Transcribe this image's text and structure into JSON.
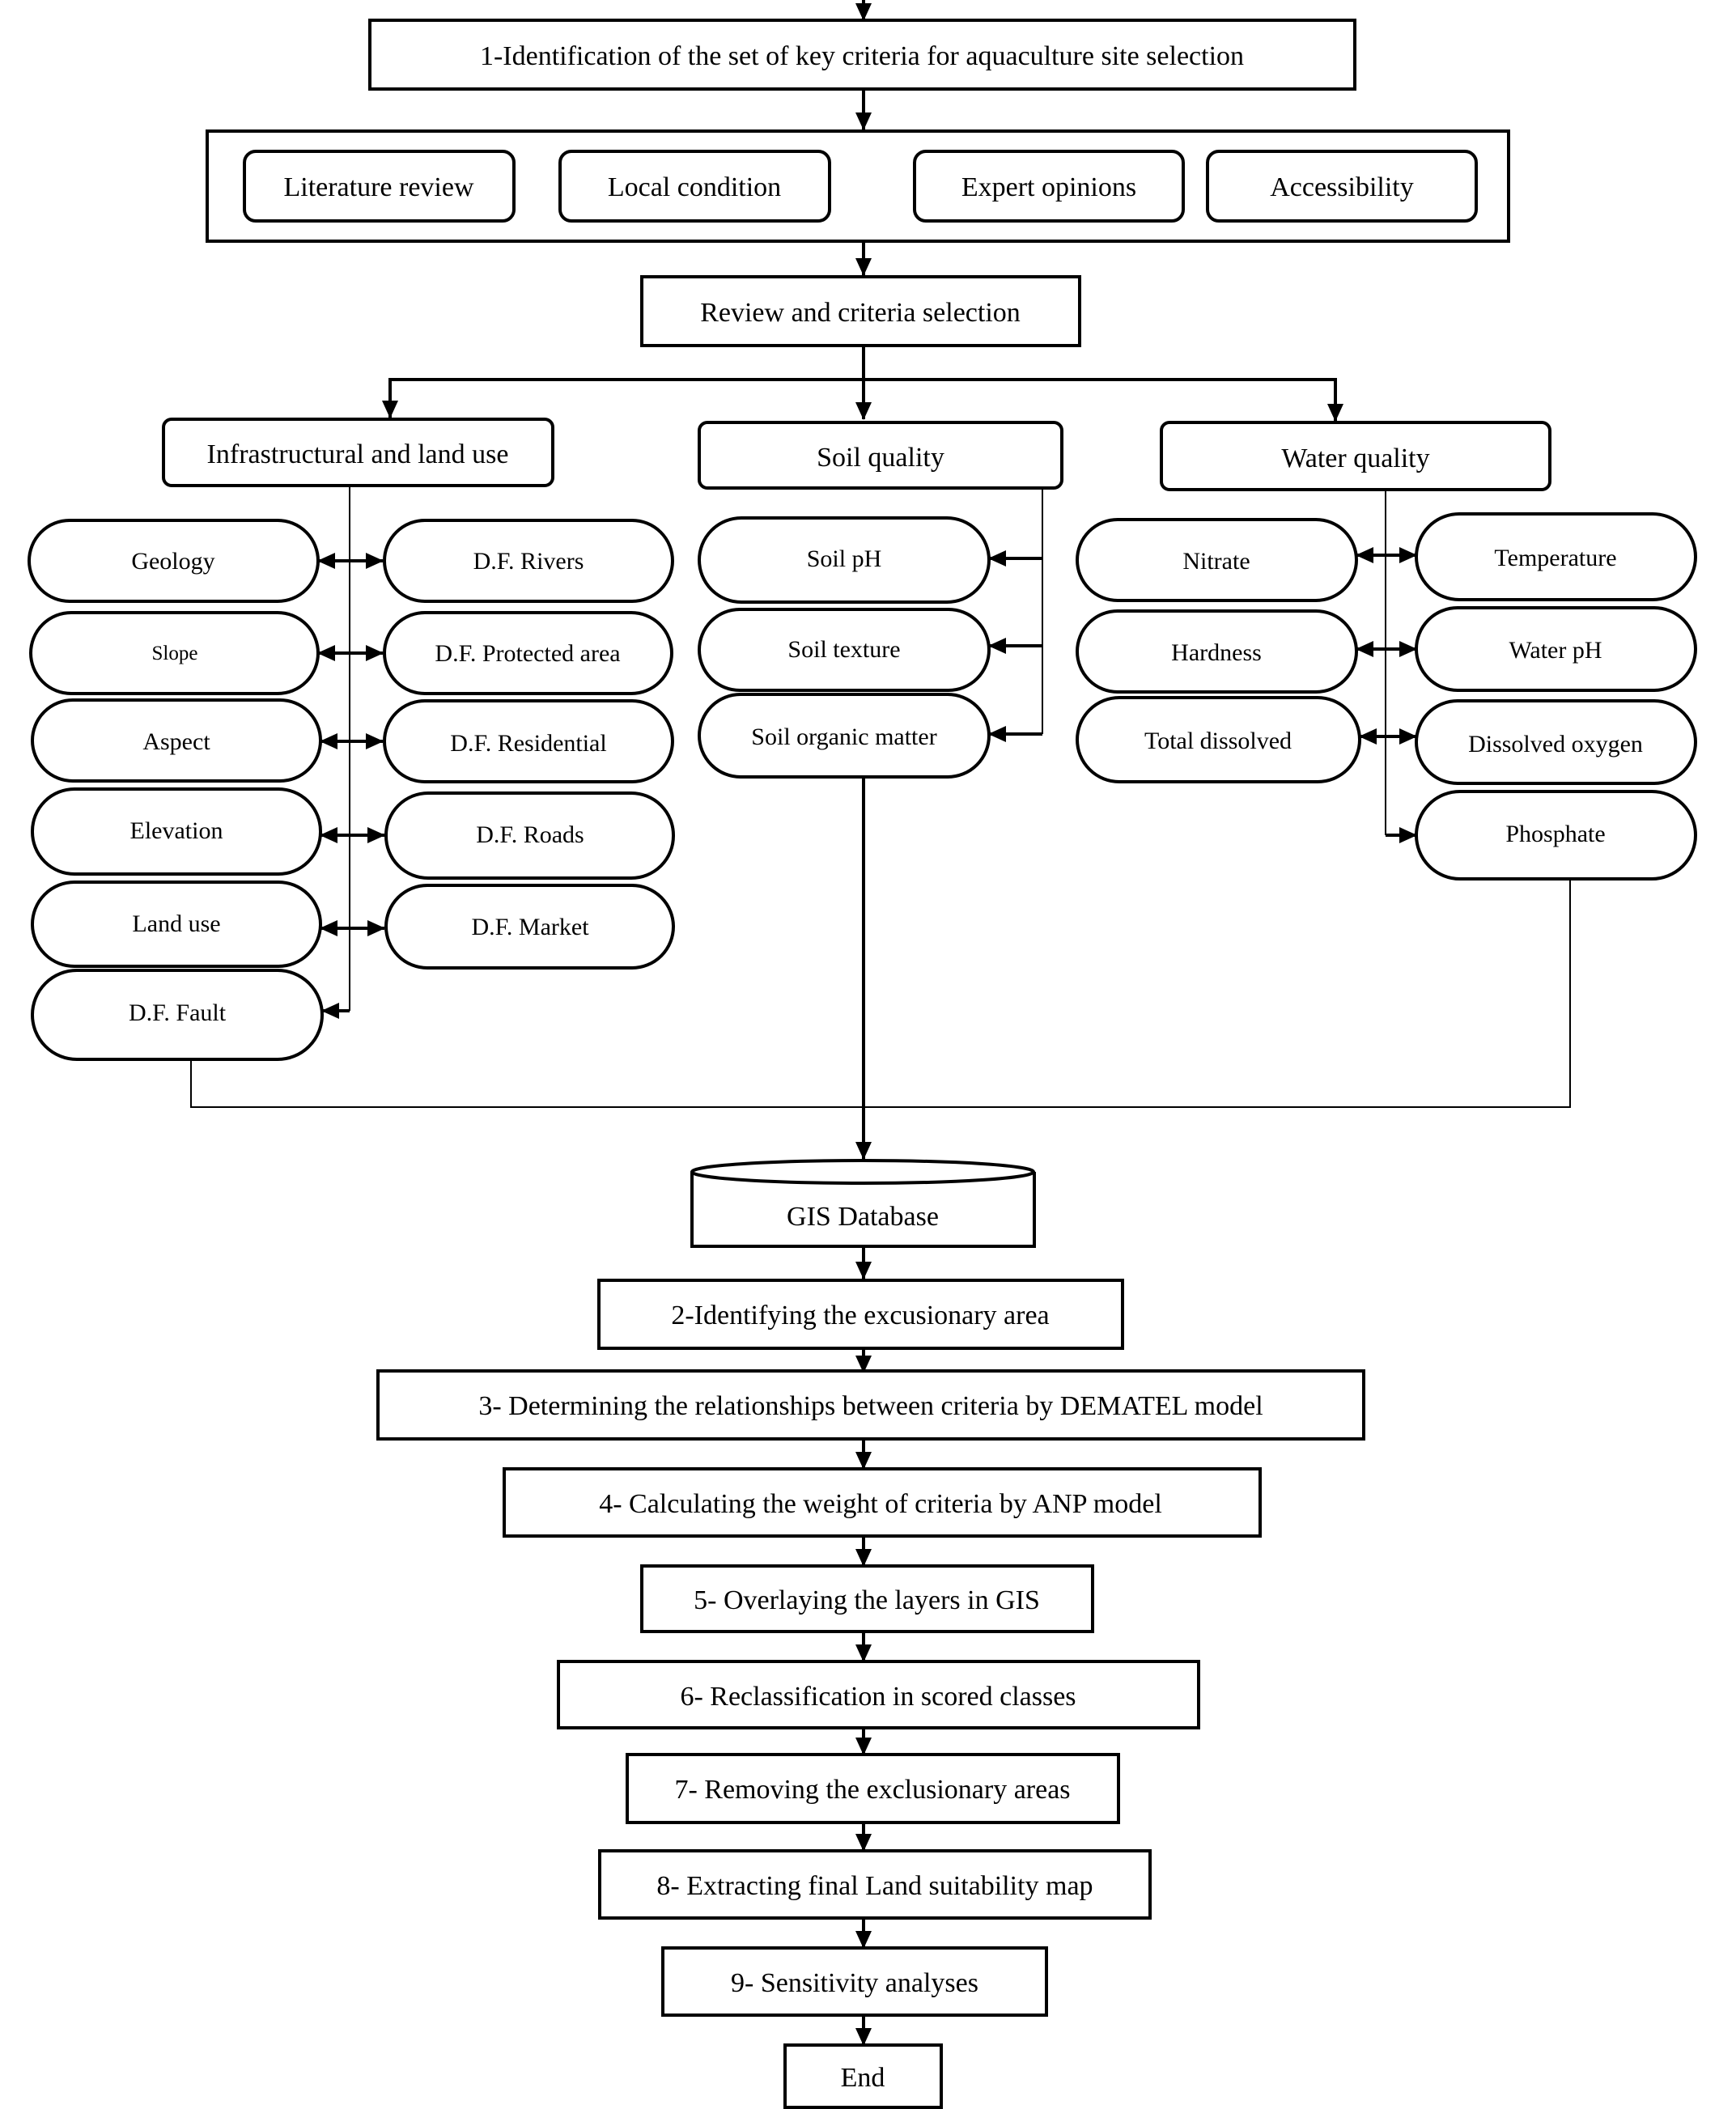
{
  "steps": {
    "s1": "1-Identification of the set of key criteria for aquaculture site selection",
    "s2": "2-Identifying the excusionary area",
    "s3": "3- Determining the relationships between criteria by DEMATEL model",
    "s4": "4- Calculating the weight of criteria by ANP model",
    "s5": "5- Overlaying the layers in GIS",
    "s6": "6- Reclassification in scored classes",
    "s7": "7- Removing the exclusionary areas",
    "s8": "8- Extracting final Land suitability map",
    "s9": "9- Sensitivity analyses",
    "end": "End"
  },
  "sources": {
    "literature": "Literature review",
    "local": "Local condition",
    "expert": "Expert opinions",
    "access": "Accessibility"
  },
  "review": "Review and criteria selection",
  "groups": {
    "infra": "Infrastructural and land use",
    "soil": "Soil quality",
    "water": "Water quality"
  },
  "infra_left": [
    "Geology",
    "Slope",
    "Aspect",
    "Elevation",
    "Land use",
    "D.F. Fault"
  ],
  "infra_right": [
    "D.F. Rivers",
    "D.F. Protected area",
    "D.F. Residential",
    "D.F. Roads",
    "D.F. Market"
  ],
  "soil": [
    "Soil pH",
    "Soil texture",
    "Soil organic matter"
  ],
  "water_left": [
    "Nitrate",
    "Hardness",
    "Total dissolved"
  ],
  "water_right": [
    "Temperature",
    "Water pH",
    "Dissolved oxygen",
    "Phosphate"
  ],
  "database": "GIS Database"
}
